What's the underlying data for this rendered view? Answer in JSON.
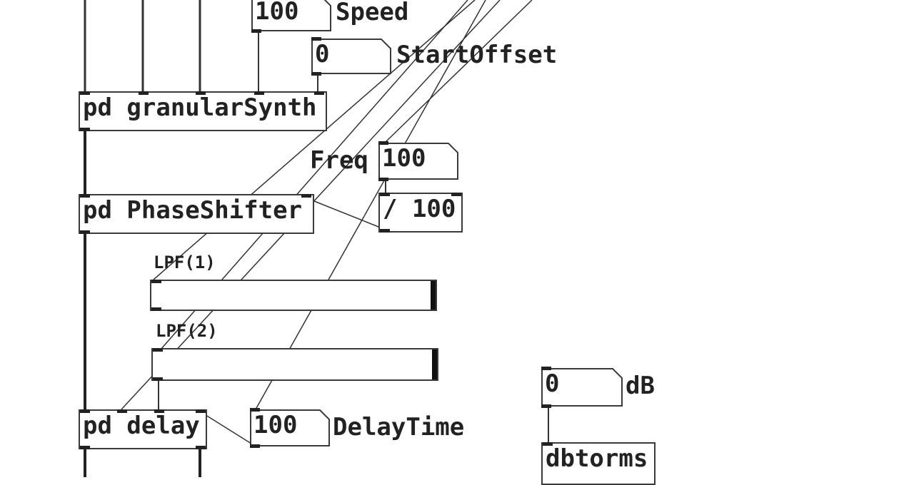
{
  "objects": {
    "granular": "pd granularSynth",
    "phaseshifter": "pd PhaseShifter",
    "div": "/ 100",
    "delay": "pd delay",
    "dbtorms": "dbtorms"
  },
  "numbers": {
    "speed": "100",
    "startoffset": "0",
    "freq": "100",
    "delaytime": "100",
    "db": "0"
  },
  "labels": {
    "speed": "Speed",
    "startoffset": "StartOffset",
    "freq": "Freq",
    "delaytime": "DelayTime",
    "db": "dB",
    "lpf1": "LPF(1)",
    "lpf2": "LPF(2)"
  },
  "sliders": {
    "lpf1": 1.0,
    "lpf2": 1.0
  }
}
